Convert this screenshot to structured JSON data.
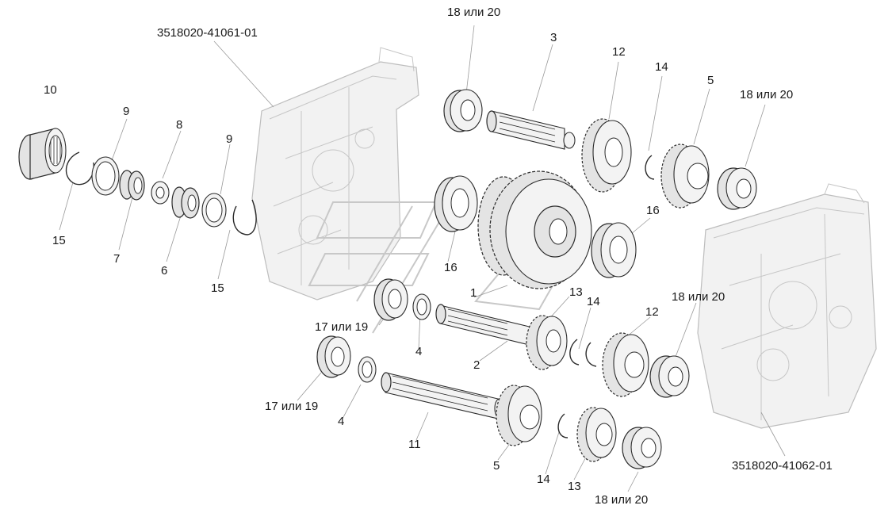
{
  "housings": [
    {
      "code": "3518020-41061-01"
    },
    {
      "code": "3518020-41062-01"
    }
  ],
  "labels": [
    {
      "id": "l-18-top",
      "text": "18 или 20"
    },
    {
      "id": "l-3",
      "text": "3"
    },
    {
      "id": "l-12-top",
      "text": "12"
    },
    {
      "id": "l-14-top",
      "text": "14"
    },
    {
      "id": "l-5-top",
      "text": "5"
    },
    {
      "id": "l-18-right",
      "text": "18 или 20"
    },
    {
      "id": "l-10",
      "text": "10"
    },
    {
      "id": "l-9-left",
      "text": "9"
    },
    {
      "id": "l-8",
      "text": "8"
    },
    {
      "id": "l-9-right",
      "text": "9"
    },
    {
      "id": "l-15-left",
      "text": "15"
    },
    {
      "id": "l-7",
      "text": "7"
    },
    {
      "id": "l-6",
      "text": "6"
    },
    {
      "id": "l-15-right",
      "text": "15"
    },
    {
      "id": "l-16-right",
      "text": "16"
    },
    {
      "id": "l-16-center",
      "text": "16"
    },
    {
      "id": "l-1",
      "text": "1"
    },
    {
      "id": "l-13-mid",
      "text": "13"
    },
    {
      "id": "l-14-mid",
      "text": "14"
    },
    {
      "id": "l-12-mid",
      "text": "12"
    },
    {
      "id": "l-18-mid",
      "text": "18 или 20"
    },
    {
      "id": "l-17-upper",
      "text": "17 или 19"
    },
    {
      "id": "l-4-upper",
      "text": "4"
    },
    {
      "id": "l-2",
      "text": "2"
    },
    {
      "id": "l-17-lower",
      "text": "17 или 19"
    },
    {
      "id": "l-4-lower",
      "text": "4"
    },
    {
      "id": "l-11",
      "text": "11"
    },
    {
      "id": "l-5-bottom",
      "text": "5"
    },
    {
      "id": "l-14-bottom",
      "text": "14"
    },
    {
      "id": "l-13-bottom",
      "text": "13"
    },
    {
      "id": "l-18-bottom",
      "text": "18 или 20"
    }
  ]
}
